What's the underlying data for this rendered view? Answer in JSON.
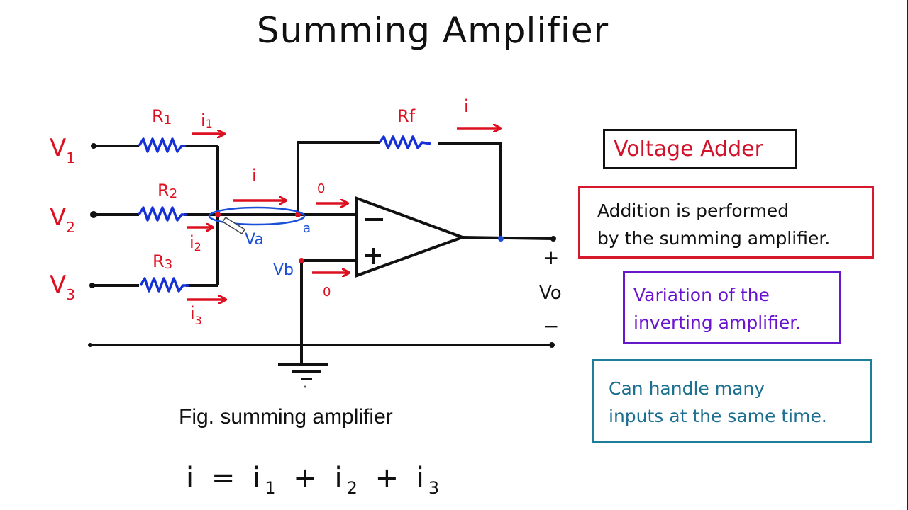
{
  "title": "Summing Amplifier",
  "circuit": {
    "inputs": [
      {
        "voltage_label": "V",
        "voltage_sub": "1",
        "resistor_label": "R",
        "resistor_sub": "1",
        "current_label": "i",
        "current_sub": "1"
      },
      {
        "voltage_label": "V",
        "voltage_sub": "2",
        "resistor_label": "R",
        "resistor_sub": "2",
        "current_label": "i",
        "current_sub": "2"
      },
      {
        "voltage_label": "V",
        "voltage_sub": "3",
        "resistor_label": "R",
        "resistor_sub": "3",
        "current_label": "i",
        "current_sub": "3"
      }
    ],
    "feedback_resistor_label": "Rf",
    "feedback_current_label": "i",
    "summed_current_label": "i",
    "node_a_label": "a",
    "va_label": "Va",
    "vb_label": "Vb",
    "inverting_input_current": "0",
    "noninverting_input_current": "0",
    "inverting_sign": "−",
    "noninverting_sign": "+",
    "output_label": "Vo",
    "output_plus": "+",
    "output_minus": "−"
  },
  "notes": [
    {
      "text_line1": "Voltage Adder",
      "text_line2": "",
      "border_color": "#111111",
      "text_color": "#d0122a"
    },
    {
      "text_line1": "Addition is performed",
      "text_line2": "by the summing amplifier.",
      "border_color": "#d7192e",
      "text_color": "#111111"
    },
    {
      "text_line1": "Variation of the",
      "text_line2": "inverting amplifier.",
      "border_color": "#6617c9",
      "text_color": "#6a13cf"
    },
    {
      "text_line1": "Can handle many",
      "text_line2": "inputs at the same time.",
      "border_color": "#1d7e99",
      "text_color": "#1e7091"
    }
  ],
  "caption": "Fig. summing amplifier",
  "equation": {
    "lhs": "i",
    "equals": "=",
    "terms": [
      {
        "base": "i",
        "sub": "1"
      },
      {
        "base": "i",
        "sub": "2"
      },
      {
        "base": "i",
        "sub": "3"
      }
    ],
    "plus": "+"
  },
  "colors": {
    "wire": "#111111",
    "resistor": "#1530d6",
    "annotation_red": "#dc1020",
    "annotation_blue": "#1a4fd6"
  }
}
